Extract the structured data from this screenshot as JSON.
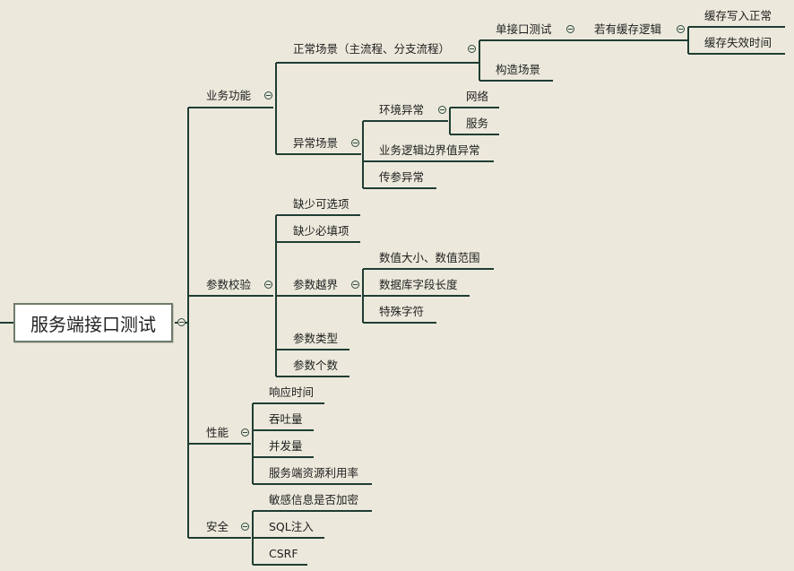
{
  "colors": {
    "background": "#ece9dc",
    "line": "#1f3d33",
    "root_border": "#6e7b6b"
  },
  "root": "服务端接口测试",
  "l1": {
    "business": "业务功能",
    "params": "参数校验",
    "perf": "性能",
    "security": "安全"
  },
  "business": {
    "normal": "正常场景（主流程、分支流程）",
    "abnormal": "异常场景",
    "single_api": "单接口测试",
    "cache_logic": "若有缓存逻辑",
    "cache_write": "缓存写入正常",
    "cache_expire": "缓存失效时间",
    "build_scene": "构造场景",
    "env_error": "环境异常",
    "network": "网络",
    "service": "服务",
    "logic_boundary": "业务逻辑边界值异常",
    "param_error": "传参异常"
  },
  "params": {
    "missing_optional": "缺少可选项",
    "missing_required": "缺少必填项",
    "out_of_range": "参数越界",
    "value_range": "数值大小、数值范围",
    "db_field_len": "数据库字段长度",
    "special_chars": "特殊字符",
    "param_type": "参数类型",
    "param_count": "参数个数"
  },
  "perf": {
    "response_time": "响应时间",
    "throughput": "吞吐量",
    "concurrency": "并发量",
    "resource_usage": "服务端资源利用率"
  },
  "security": {
    "sensitive": "敏感信息是否加密",
    "sql_injection": "SQL注入",
    "csrf": "CSRF"
  }
}
